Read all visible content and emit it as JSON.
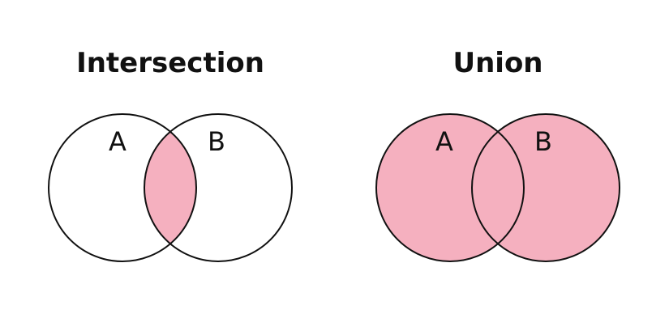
{
  "colors": {
    "fill": "#f5b0bf",
    "stroke": "#111111",
    "background": "#ffffff"
  },
  "diagrams": [
    {
      "title": "Intersection",
      "set_a_label": "A",
      "set_b_label": "B",
      "highlight": "intersection"
    },
    {
      "title": "Union",
      "set_a_label": "A",
      "set_b_label": "B",
      "highlight": "union"
    }
  ]
}
